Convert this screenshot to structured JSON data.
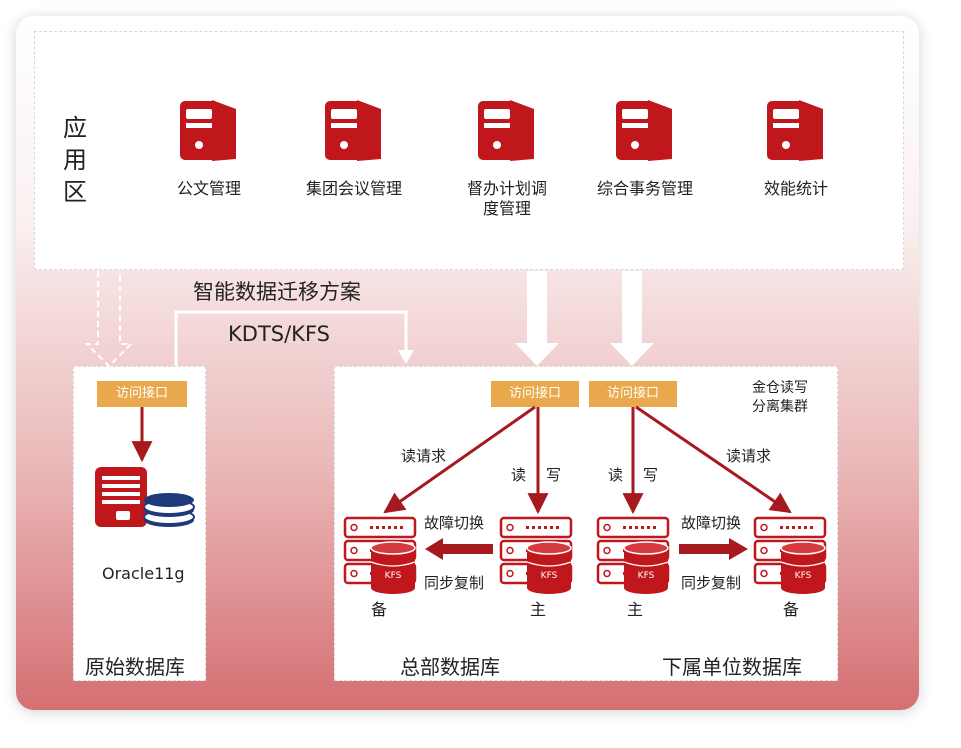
{
  "application_zone": {
    "title": "应用区",
    "apps": [
      {
        "label": "公文管理",
        "icon": "server-icon"
      },
      {
        "label": "集团会议管理",
        "icon": "server-icon"
      },
      {
        "label": "督办计划调度管理",
        "icon": "server-icon"
      },
      {
        "label": "综合事务管理",
        "icon": "server-icon"
      },
      {
        "label": "效能统计",
        "icon": "server-icon"
      }
    ]
  },
  "migration": {
    "title": "智能数据迁移方案",
    "tool": "KDTS/KFS"
  },
  "original_db": {
    "interface": "访问接口",
    "product": "Oracle11g",
    "title": "原始数据库"
  },
  "cluster": {
    "label_line1": "金仓读写",
    "label_line2": "分离集群",
    "interface_left": "访问接口",
    "interface_right": "访问接口",
    "hq_title": "总部数据库",
    "sub_title": "下属单位数据库",
    "read_request": "读请求",
    "read": "读",
    "write": "写",
    "failover": "故障切换",
    "sync_replication": "同步复制",
    "standby": "备",
    "primary": "主",
    "kfs": "KFS"
  },
  "colors": {
    "red": "#c0171d",
    "dark_red": "#a6191e",
    "orange": "#e9a84b",
    "navy": "#1f3a7a"
  }
}
